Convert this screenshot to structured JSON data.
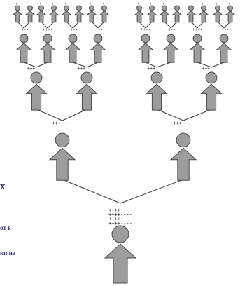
{
  "side_text": [
    "х",
    "от в",
    "ки  на"
  ],
  "colors": {
    "figure_fill": "#9d9d9d",
    "figure_stroke": "#4a4a4a",
    "line": "#3a3a3a",
    "marks": "#111111",
    "text": "#2a2a6e"
  },
  "tree": {
    "marks": {
      "level0": [
        "++++----",
        "++++----",
        "++++----",
        "++++----"
      ],
      "level1": [
        "+++----",
        "+++----"
      ],
      "level2": [
        "+++----",
        "+++----",
        "+++----",
        "+++----"
      ],
      "level3": [
        "++--",
        "++--",
        "++--",
        "++--",
        "++--",
        "++--",
        "++--",
        "++--"
      ],
      "level4": [
        "+-",
        "+-",
        "+-",
        "+-",
        "+-",
        "+-",
        "+-",
        "+-",
        "+-",
        "+-",
        "+-",
        "+-",
        "+-",
        "+-",
        "+-",
        "+-"
      ]
    }
  }
}
